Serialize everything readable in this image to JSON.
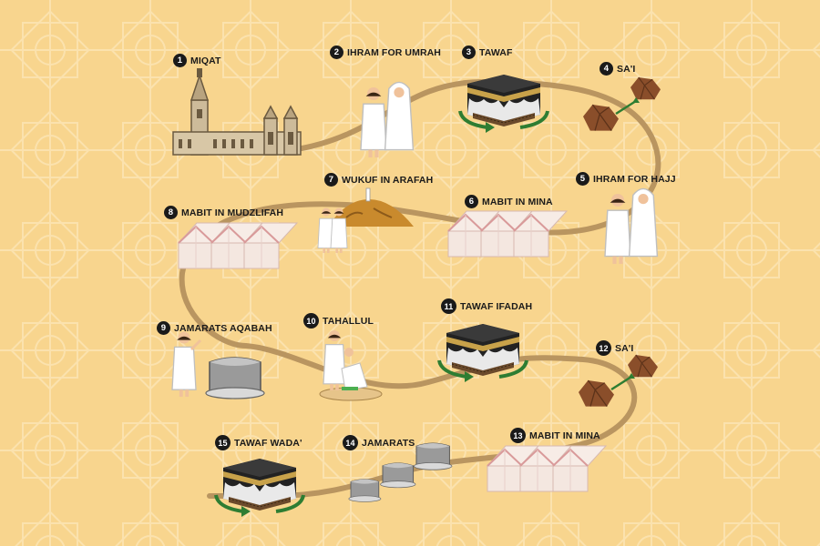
{
  "colors": {
    "background": "#f8d58e",
    "path": "#b99560",
    "kaaba": "#222222",
    "gold_band": "#c8a24a",
    "arrow": "#2e7d32",
    "tent": "#f4e7e0",
    "tent_stripe": "#d99a9a",
    "rock": "#8a4e2a",
    "ihram": "#ffffff"
  },
  "steps": [
    {
      "number": "1",
      "label": "MIQAT",
      "icon": "mosque-icon"
    },
    {
      "number": "2",
      "label": "IHRAM FOR UMRAH",
      "icon": "pilgrims-icon"
    },
    {
      "number": "3",
      "label": "TAWAF",
      "icon": "kaaba-icon"
    },
    {
      "number": "4",
      "label": "SA'I",
      "icon": "hills-icon"
    },
    {
      "number": "5",
      "label": "IHRAM FOR HAJJ",
      "icon": "pilgrims-icon"
    },
    {
      "number": "6",
      "label": "MABIT IN MINA",
      "icon": "tents-icon"
    },
    {
      "number": "7",
      "label": "WUKUF IN ARAFAH",
      "icon": "mount-arafah-icon"
    },
    {
      "number": "8",
      "label": "MABIT IN MUDZLIFAH",
      "icon": "tents-icon"
    },
    {
      "number": "9",
      "label": "JAMARATS AQABAH",
      "icon": "jamarat-pillar-icon"
    },
    {
      "number": "10",
      "label": "TAHALLUL",
      "icon": "hair-cutting-icon"
    },
    {
      "number": "11",
      "label": "TAWAF IFADAH",
      "icon": "kaaba-icon"
    },
    {
      "number": "12",
      "label": "SA'I",
      "icon": "hills-icon"
    },
    {
      "number": "13",
      "label": "MABIT IN MINA",
      "icon": "tents-icon"
    },
    {
      "number": "14",
      "label": "JAMARATS",
      "icon": "jamarat-pillars-icon"
    },
    {
      "number": "15",
      "label": "TAWAF WADA'",
      "icon": "kaaba-icon"
    }
  ]
}
